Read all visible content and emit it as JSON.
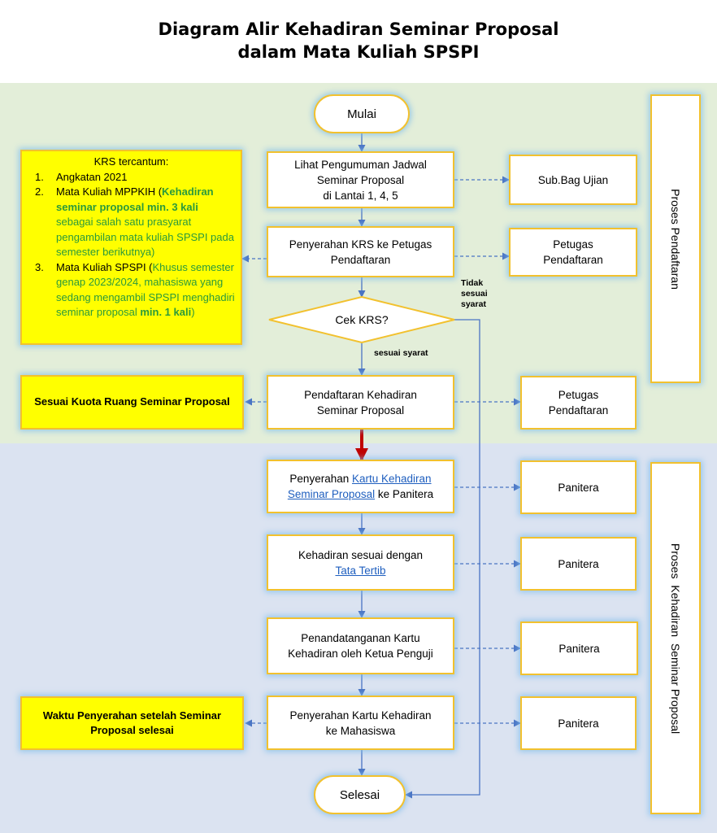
{
  "title": {
    "line1": "Diagram Alir Kehadiran Seminar Proposal",
    "line2": "dalam Mata Kuliah SPSPI"
  },
  "nodes": {
    "start": "Mulai",
    "step1": [
      "Lihat Pengumuman Jadwal",
      "Seminar Proposal",
      "di Lantai 1, 4, 5"
    ],
    "step2": [
      "Penyerahan KRS ke Petugas",
      "Pendaftaran"
    ],
    "decision": "Cek KRS?",
    "step3": [
      "Pendaftaran Kehadiran",
      "Seminar Proposal"
    ],
    "step4": {
      "pre": "Penyerahan ",
      "link1": "Kartu Kehadiran",
      "link2": "Seminar Proposal",
      "post": " ke Panitera"
    },
    "step5": {
      "line1": "Kehadiran sesuai dengan",
      "link": "Tata Tertib"
    },
    "step6": [
      "Penandatanganan Kartu",
      "Kehadiran oleh Ketua Penguji"
    ],
    "step7": [
      "Penyerahan Kartu Kehadiran",
      "ke Mahasiswa"
    ],
    "end": "Selesai"
  },
  "side": {
    "subbag": "Sub.Bag Ujian",
    "petugas1": [
      "Petugas",
      "Pendaftaran"
    ],
    "petugas2": [
      "Petugas",
      "Pendaftaran"
    ],
    "panitera1": "Panitera",
    "panitera2": "Panitera",
    "panitera3": "Panitera",
    "panitera4": "Panitera"
  },
  "notes": {
    "krs_title": "KRS tercantum:",
    "krs_items": [
      {
        "num": "1.",
        "text": "Angkatan 2021"
      },
      {
        "num": "2.",
        "a": "Mata Kuliah MPPKIH (",
        "b": "Kehadiran seminar proposal min. 3 kali",
        "c": " sebagai salah satu prasyarat pengambilan mata kuliah SPSPI pada semester berikutnya)"
      },
      {
        "num": "3.",
        "a": "Mata Kuliah SPSPI (",
        "c1": "Khusus semester genap 2023/2024, mahasiswa yang sedang mengambil SPSPI menghadiri seminar proposal ",
        "b": "min. 1 kali",
        "c2": ")"
      }
    ],
    "kuota": "Sesuai Kuota Ruang Seminar Proposal",
    "waktu": "Waktu Penyerahan setelah Seminar Proposal selesai"
  },
  "labels": {
    "no": [
      "Tidak",
      "sesuai",
      "syarat"
    ],
    "yes": "sesuai syarat"
  },
  "phases": {
    "pendaftaran": "Proses Pendaftaran",
    "kehadiran": "Proses  Kehadiran  Seminar Proposal"
  }
}
